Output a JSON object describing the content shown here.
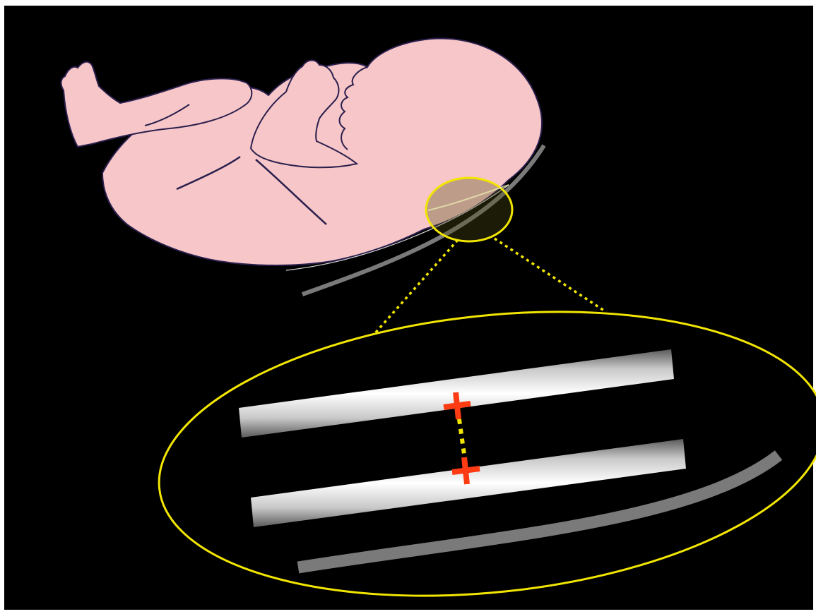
{
  "diagram": {
    "subject": "fetus-in-utero-side-profile",
    "callout": "magnified-nuchal-region",
    "measurement_calipers": 2
  },
  "colors": {
    "background": "#000000",
    "frame": "#ffffff",
    "fetus_skin": "#f7c6c8",
    "fetus_outline": "#2a1f4d",
    "uterine_wall": "#7a7a7a",
    "highlight_ellipse": "#f2e600",
    "caliper": "#ff3b14"
  }
}
